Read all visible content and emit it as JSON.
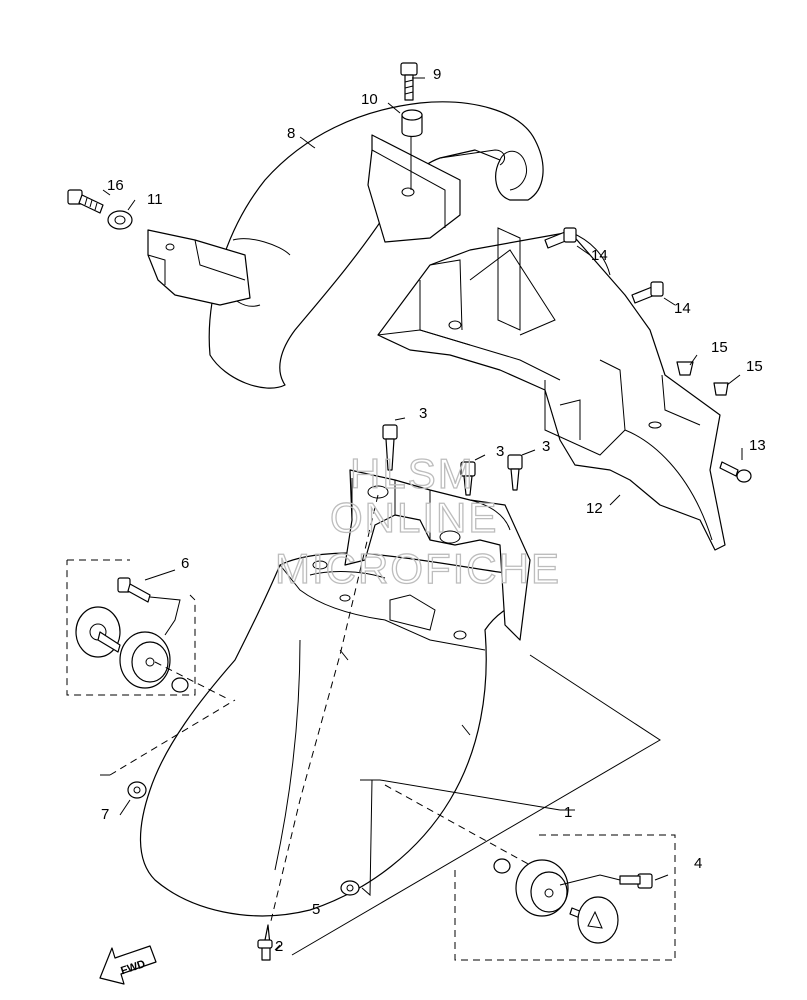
{
  "watermark": {
    "line1": "HLSM",
    "line2": "ONLINE",
    "line3": "MICROFICHE"
  },
  "direction_arrow": "FWD",
  "callouts": {
    "c1": "1",
    "c2": "2",
    "c3a": "3",
    "c3b": "3",
    "c3c": "3",
    "c4": "4",
    "c5": "5",
    "c6": "6",
    "c7": "7",
    "c8": "8",
    "c9": "9",
    "c10": "10",
    "c11": "11",
    "c12": "12",
    "c13": "13",
    "c14a": "14",
    "c14b": "14",
    "c15a": "15",
    "c15b": "15",
    "c16": "16"
  }
}
